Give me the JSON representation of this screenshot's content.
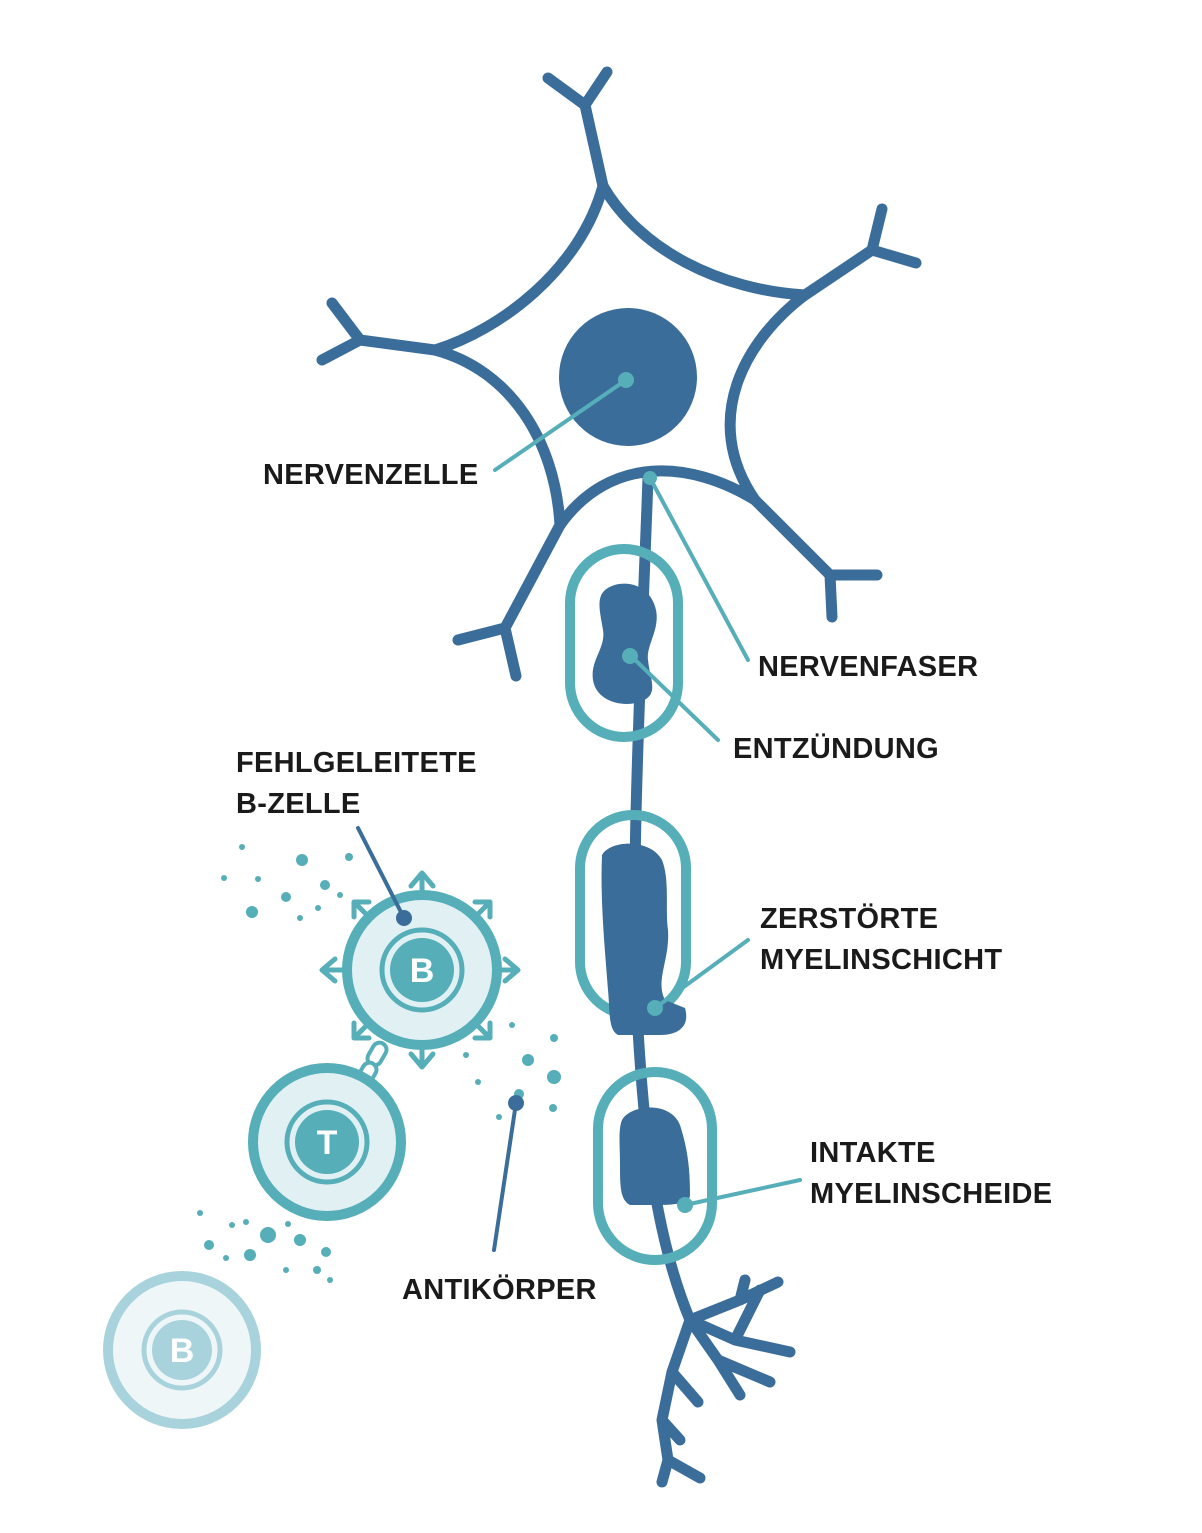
{
  "labels": {
    "nerve_cell": "NERVENZELLE",
    "nerve_fiber": "NERVENFASER",
    "inflammation": "ENTZÜNDUNG",
    "misguided_b_cell_line1": "FEHLGELEITETE",
    "misguided_b_cell_line2": "B-ZELLE",
    "destroyed_myelin_line1": "ZERSTÖRTE",
    "destroyed_myelin_line2": "MYELINSCHICHT",
    "intact_myelin_line1": "INTAKTE",
    "intact_myelin_line2": "MYELINSCHEIDE",
    "antibody": "ANTIKÖRPER"
  },
  "cells": {
    "active_b": "B",
    "t_cell": "T",
    "faded_b": "B"
  },
  "colors": {
    "neuron_blue": "#3b6d9a",
    "teal": "#55aeb8",
    "teal_fill": "#e0f0f3",
    "faded_teal": "#a9d3dc",
    "faded_fill": "#eef6f8",
    "label_text": "#1a1a1a"
  }
}
